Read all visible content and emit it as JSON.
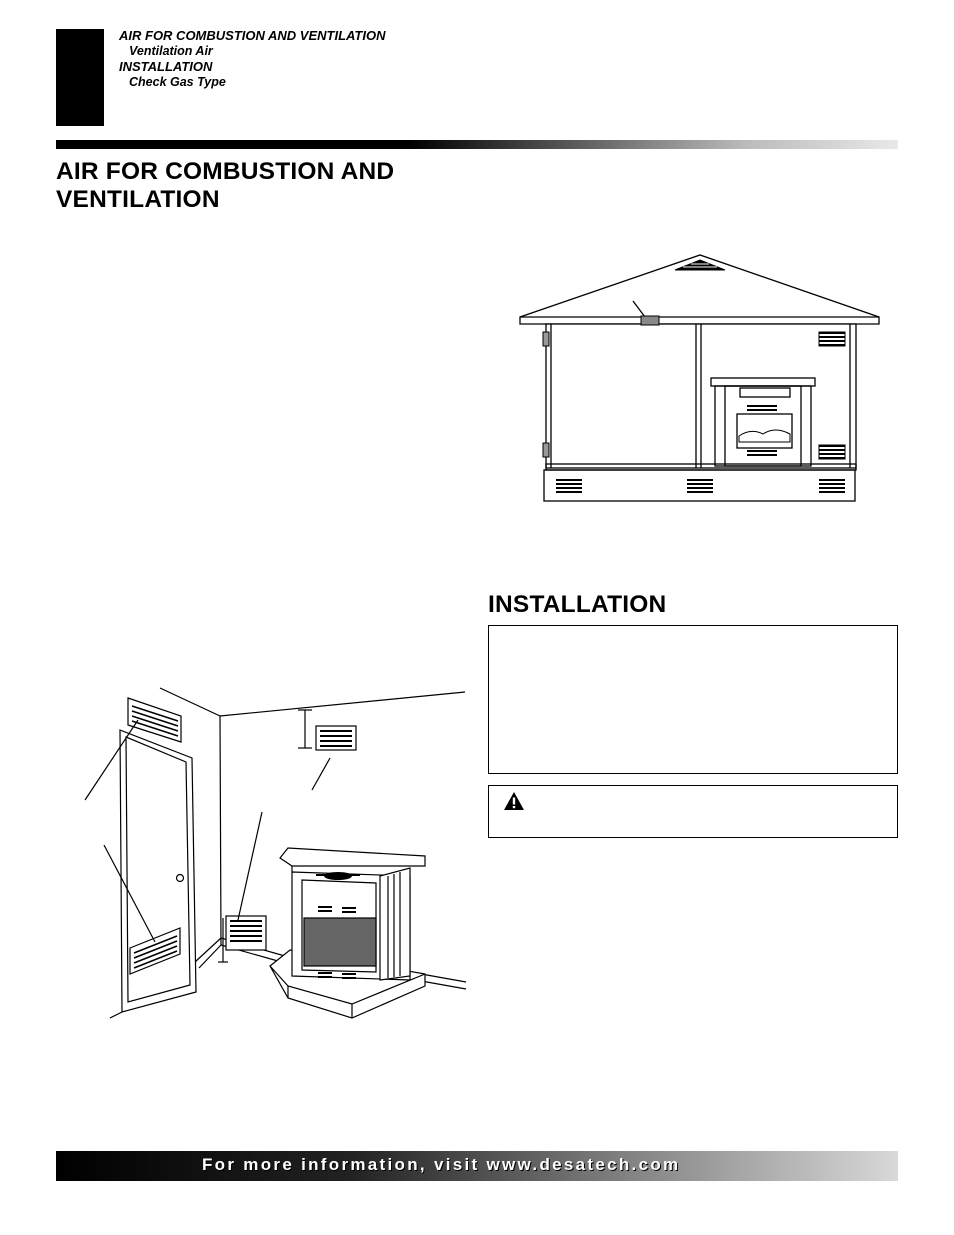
{
  "header": {
    "toc": [
      {
        "text": "AIR FOR COMBUSTION AND VENTILATION",
        "level": 1
      },
      {
        "text": "Ventilation Air",
        "level": 2
      },
      {
        "text": "INSTALLATION",
        "level": 1
      },
      {
        "text": "Check Gas Type",
        "level": 2
      }
    ]
  },
  "sections": {
    "air_title_line1": "AIR FOR COMBUSTION AND",
    "air_title_line2": "VENTILATION",
    "installation_title": "INSTALLATION"
  },
  "footer": {
    "text": "For more information, visit www.desatech.com"
  },
  "colors": {
    "text": "#000000",
    "background": "#ffffff",
    "footer_text": "#ffffff"
  },
  "icons": {
    "warning": "warning-triangle-icon"
  }
}
